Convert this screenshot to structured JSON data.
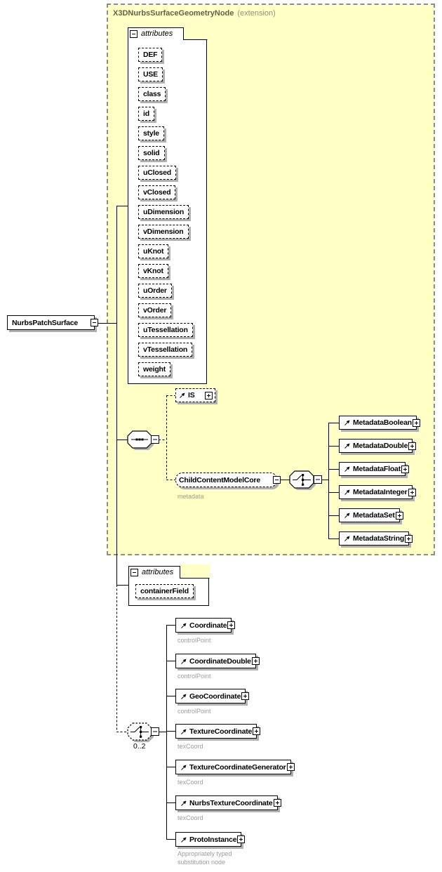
{
  "diagram": {
    "frame": {
      "title_bold": "X3DNurbsSurfaceGeometryNode",
      "title_note": "(extension)"
    },
    "root": {
      "label": "NurbsPatchSurface"
    },
    "attr_group1": {
      "label": "attributes",
      "items": [
        "DEF",
        "USE",
        "class",
        "id",
        "style",
        "solid",
        "uClosed",
        "vClosed",
        "uDimension",
        "vDimension",
        "uKnot",
        "vKnot",
        "uOrder",
        "vOrder",
        "uTessellation",
        "vTessellation",
        "weight"
      ]
    },
    "is_element": {
      "label": "IS"
    },
    "ccmc": {
      "label": "ChildContentModelCore",
      "annotation": "metadata"
    },
    "metadata_children": [
      {
        "label": "MetadataBoolean"
      },
      {
        "label": "MetadataDouble"
      },
      {
        "label": "MetadataFloat"
      },
      {
        "label": "MetadataInteger"
      },
      {
        "label": "MetadataSet"
      },
      {
        "label": "MetadataString"
      }
    ],
    "attr_group2": {
      "label": "attributes",
      "items": [
        "containerField"
      ]
    },
    "choice": {
      "occurrence": "0..2"
    },
    "children": [
      {
        "label": "Coordinate",
        "annotation": "controlPoint"
      },
      {
        "label": "CoordinateDouble",
        "annotation": "controlPoint"
      },
      {
        "label": "GeoCoordinate",
        "annotation": "controlPoint"
      },
      {
        "label": "TextureCoordinate",
        "annotation": "texCoord"
      },
      {
        "label": "TextureCoordinateGenerator",
        "annotation": "texCoord"
      },
      {
        "label": "NurbsTextureCoordinate",
        "annotation": "texCoord"
      },
      {
        "label": "ProtoInstance",
        "annotation": "Appropriately typed\nsubstitution node"
      }
    ]
  },
  "colors": {
    "frame_fill": "#ffffc6",
    "frame_border": "#8b8b95",
    "box_shadow": "#b0b0b0",
    "annotation_text": "#9c9c9c",
    "title_text": "#61614b"
  }
}
